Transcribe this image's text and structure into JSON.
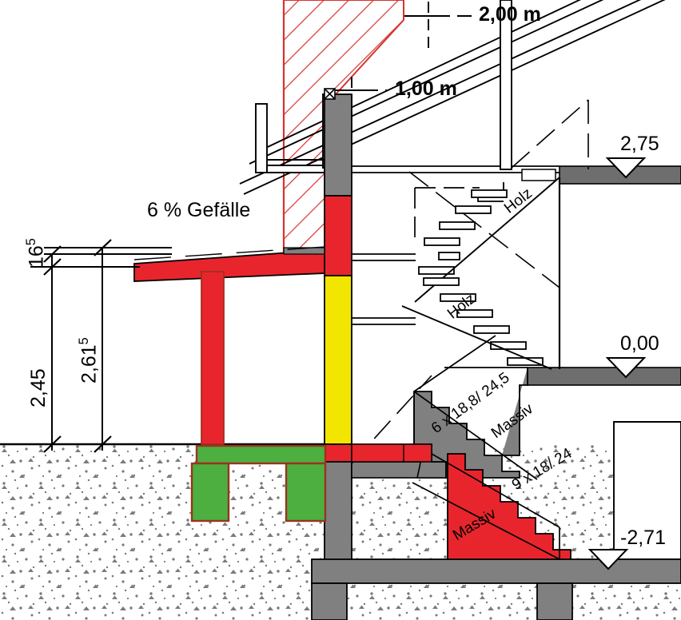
{
  "drawing": {
    "title": "Gebaeudeschnitt",
    "type": "architectural-section"
  },
  "colors": {
    "red": "#e8252c",
    "dark_red": "#9a3320",
    "hatch_red": "#d8322f",
    "yellow": "#f2e600",
    "green": "#4caf3f",
    "gray": "#808080",
    "dark_gray": "#6e6e6e",
    "line": "#000000",
    "stipple": "#7a7a7a",
    "white": "#ffffff"
  },
  "annotations": {
    "slope": "6 % Gefälle",
    "head_height_2": "2,00 m",
    "head_height_1": "1,00 m",
    "stair_upper_material_1": "Holz",
    "stair_upper_material_2": "Holz",
    "stair_run_mid": "6 x 18,8/ 24,5",
    "stair_mid_material": "Massiv",
    "stair_run_lower": "9 x 18/ 24",
    "stair_lower_material": "Massiv"
  },
  "dimensions": {
    "vertical_chain": [
      {
        "value": "16",
        "sup": "5",
        "name": "thickness-165"
      },
      {
        "value": "2,61",
        "sup": "5",
        "name": "clear-height-2615"
      },
      {
        "value": "2,45",
        "sup": "",
        "name": "height-245"
      }
    ]
  },
  "levels": [
    {
      "value": "2,75",
      "name": "level-275",
      "marker": "level-triangle"
    },
    {
      "value": "0,00",
      "name": "level-000",
      "marker": "level-triangle"
    },
    {
      "value": "-2,71",
      "name": "level-minus-271",
      "marker": "level-triangle"
    }
  ]
}
